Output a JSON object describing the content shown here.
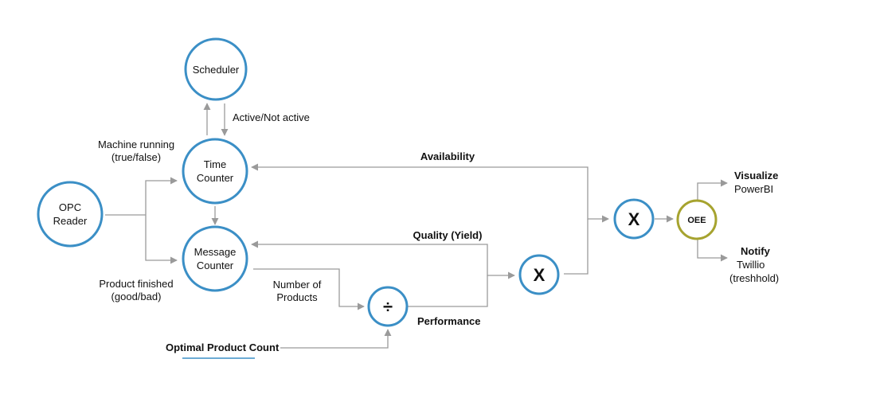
{
  "nodes": {
    "opc_reader": [
      "OPC",
      "Reader"
    ],
    "scheduler": "Scheduler",
    "time_counter": [
      "Time",
      "Counter"
    ],
    "message_counter": [
      "Message",
      "Counter"
    ],
    "multiply_1": "X",
    "multiply_2": "X",
    "divide": "÷",
    "oee": "OEE"
  },
  "labels": {
    "machine_running": [
      "Machine running",
      "(true/false)"
    ],
    "product_finished": [
      "Product finished",
      "(good/bad)"
    ],
    "active_not_active": "Active/Not active",
    "availability": "Availability",
    "quality": "Quality (Yield)",
    "number_of_products": [
      "Number of",
      "Products"
    ],
    "performance": "Performance",
    "optimal_product_count": "Optimal Product Count",
    "visualize": "Visualize",
    "powerbi": "PowerBI",
    "notify": "Notify",
    "twillio": "Twillio",
    "threshold": "(treshhold)"
  },
  "colors": {
    "node_stroke": "#3b8fc6",
    "oee_stroke": "#a6a32f",
    "edge": "#9a9a9a"
  }
}
